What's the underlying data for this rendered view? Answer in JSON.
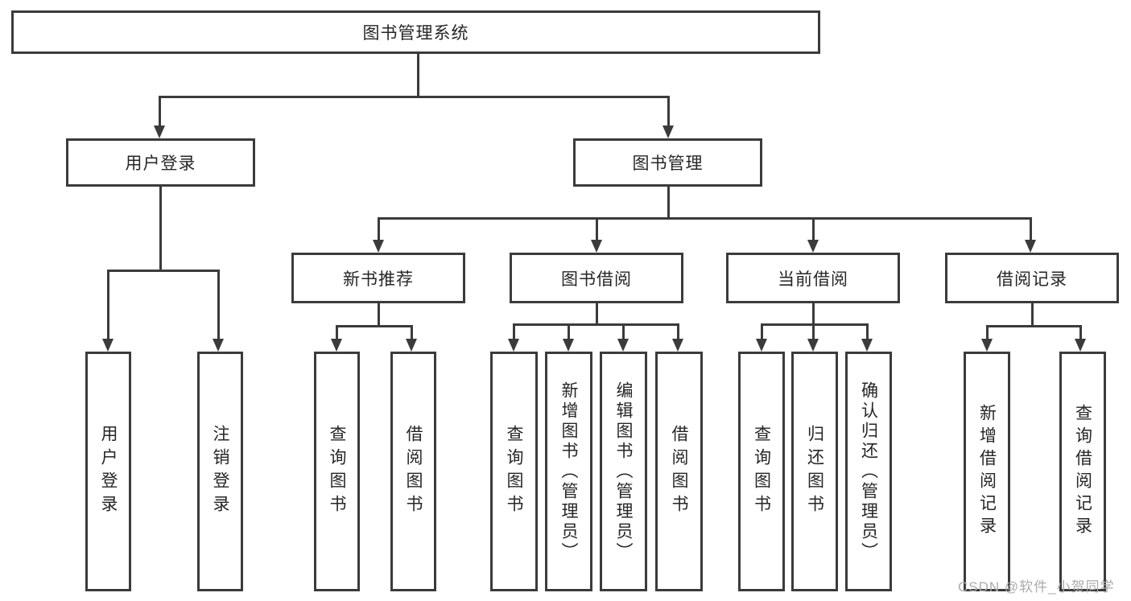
{
  "diagram_title": "图书管理系统",
  "tree": {
    "root": {
      "label": "图书管理系统"
    },
    "branches": [
      {
        "label": "用户登录",
        "children": [
          {
            "label": "用户登录"
          },
          {
            "label": "注销登录"
          }
        ]
      },
      {
        "label": "图书管理",
        "children": [
          {
            "label": "新书推荐",
            "children": [
              {
                "label": "查询图书"
              },
              {
                "label": "借阅图书"
              }
            ]
          },
          {
            "label": "图书借阅",
            "children": [
              {
                "label": "查询图书"
              },
              {
                "label": "新增图书（管理员）"
              },
              {
                "label": "编辑图书（管理员）"
              },
              {
                "label": "借阅图书"
              }
            ]
          },
          {
            "label": "当前借阅",
            "children": [
              {
                "label": "查询图书"
              },
              {
                "label": "归还图书"
              },
              {
                "label": "确认归还（管理员）"
              }
            ]
          },
          {
            "label": "借阅记录",
            "children": [
              {
                "label": "新增借阅记录"
              },
              {
                "label": "查询借阅记录"
              }
            ]
          }
        ]
      }
    ]
  },
  "watermark": "CSDN @软件_小贺同学",
  "colors": {
    "line": "#3b3b3b",
    "text": "#262626",
    "bg": "#ffffff",
    "watermark": "#ababab"
  }
}
